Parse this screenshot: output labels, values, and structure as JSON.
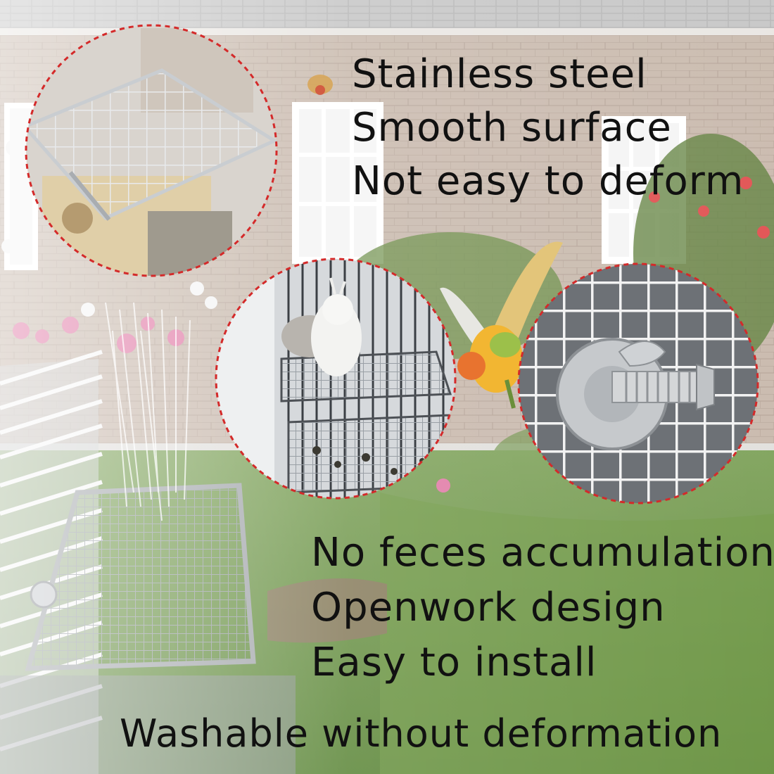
{
  "features_top": [
    "Stainless steel",
    "Smooth surface",
    "Not easy to deform"
  ],
  "features_bottom": [
    "No feces accumulation",
    "Openwork design",
    "Easy to install"
  ],
  "footer_text": "Washable without deformation",
  "colors": {
    "sky": "#e4e4e2",
    "house": "#b8a596",
    "lawn": "#5f8a3a",
    "circle_border": "#d42a2a",
    "steel": "#b9bcc0",
    "text": "#111111"
  },
  "icons": [
    "stainless-mesh-closeup",
    "bird-on-cage-platform",
    "bolt-and-wing-nut",
    "flying-lovebird",
    "water-spray"
  ]
}
